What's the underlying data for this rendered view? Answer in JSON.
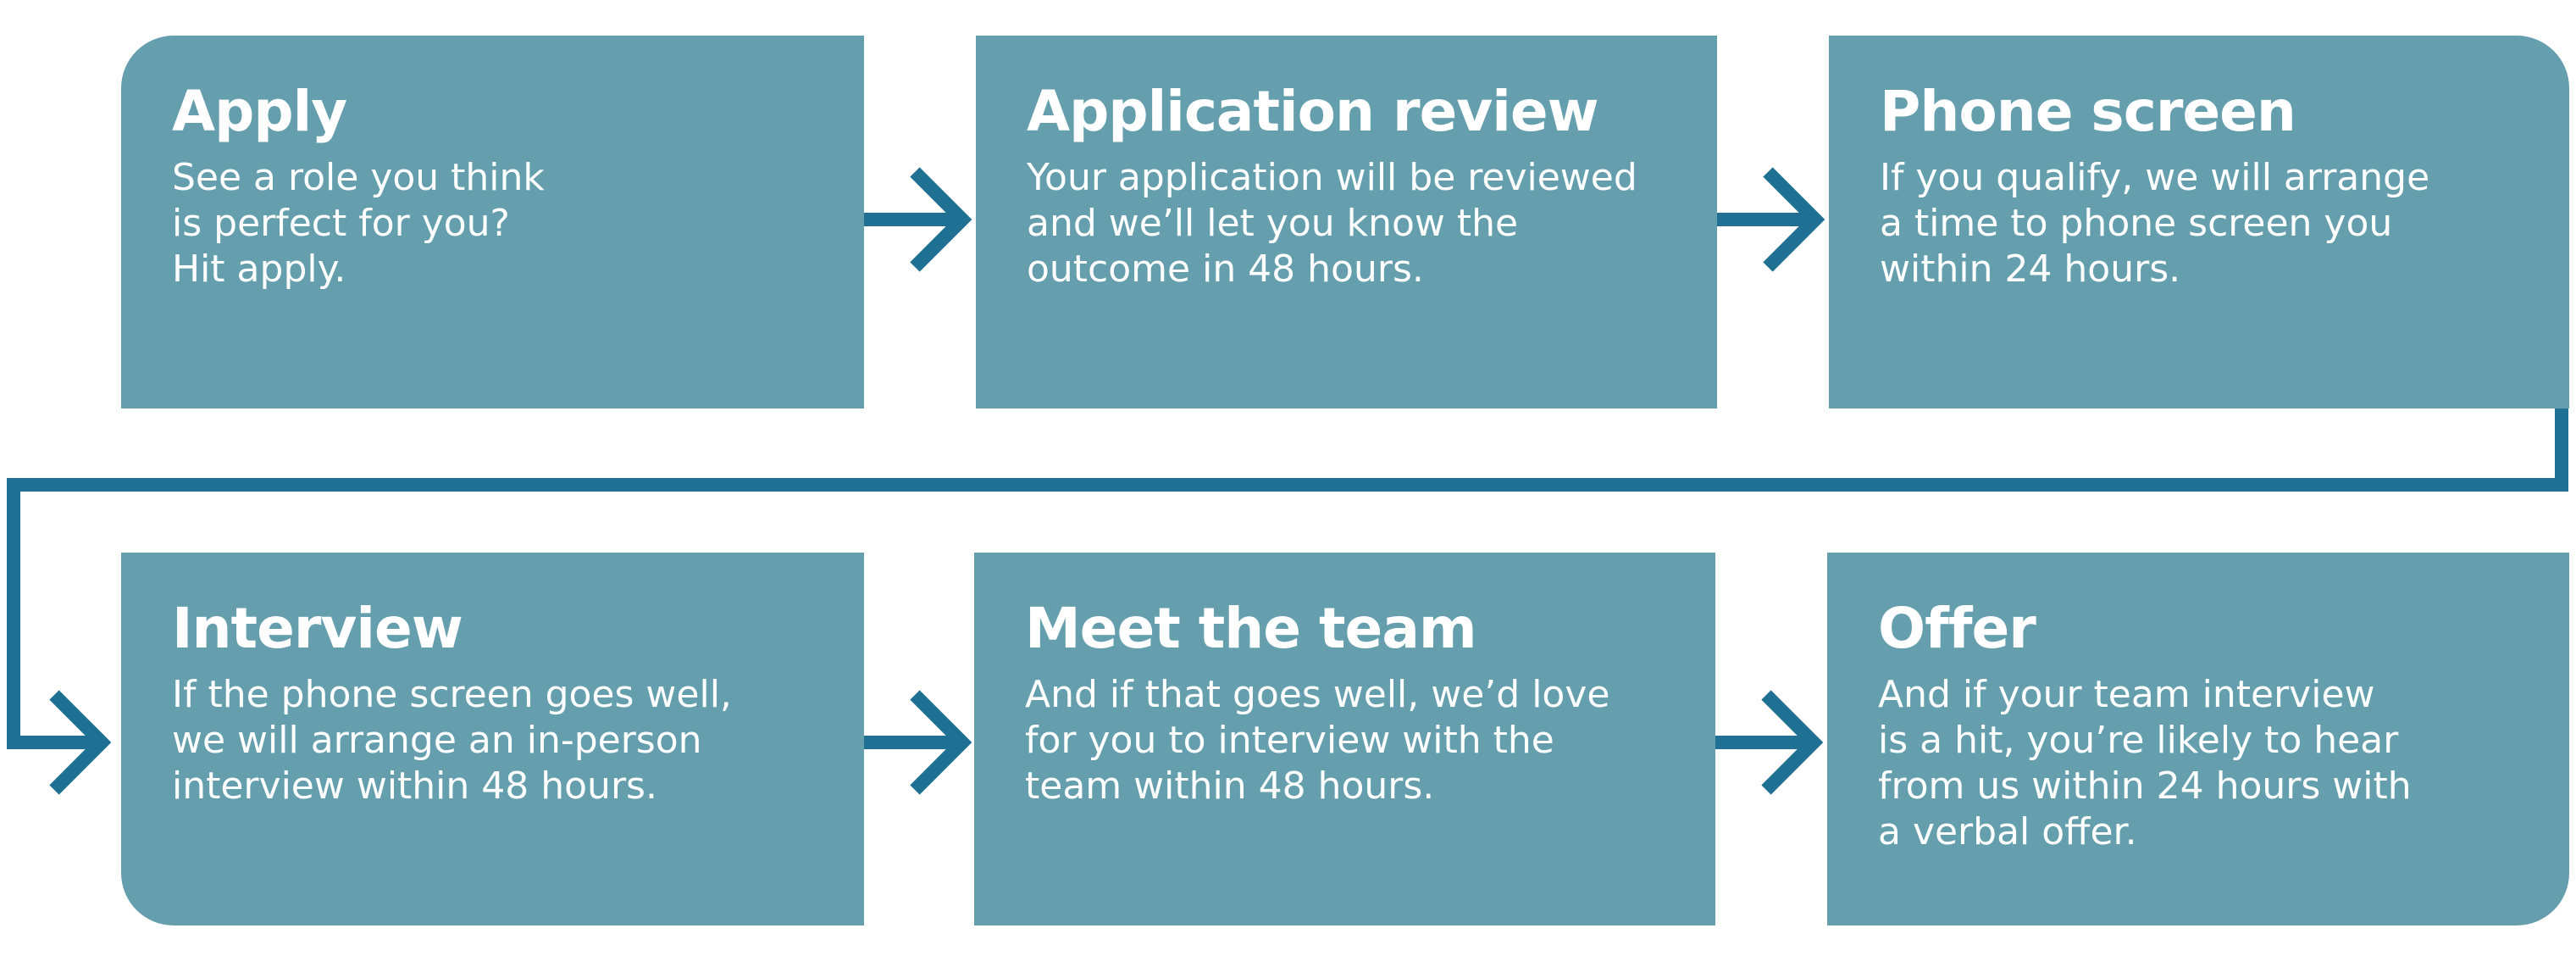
{
  "colors": {
    "box_fill": "#659fae",
    "connector": "#1f7093",
    "text": "#ffffff"
  },
  "steps": [
    {
      "title": "Apply",
      "description": "See a role you think\nis perfect for you?\nHit apply."
    },
    {
      "title": "Application review",
      "description": "Your application will be reviewed\nand we’ll let you know the\noutcome in 48 hours."
    },
    {
      "title": "Phone screen",
      "description": "If you qualify, we will arrange\na time to phone screen you\nwithin 24 hours."
    },
    {
      "title": "Interview",
      "description": "If the phone screen goes well,\nwe will arrange an in-person\ninterview within 48 hours."
    },
    {
      "title": "Meet the team",
      "description": "And if that goes well, we’d love\nfor you to interview with the\nteam within 48 hours."
    },
    {
      "title": "Offer",
      "description": "And if your team interview\nis a hit, you’re likely to hear\nfrom us within 24 hours with\na verbal offer."
    }
  ]
}
